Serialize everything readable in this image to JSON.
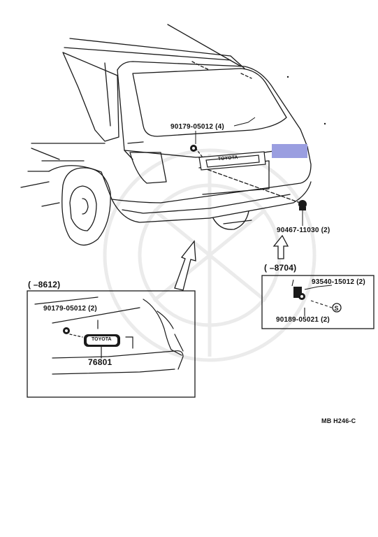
{
  "callouts": {
    "bolt_main": "90179-05012 (4)",
    "rear_clip": "90467-11030 (2)",
    "inset_left_range": "(        –8612)",
    "inset_left_part": "90179-05012 (2)",
    "inset_left_emblem": "76801",
    "inset_right_range": "(        –8704)",
    "inset_right_screw": "93540-15012 (2)",
    "inset_right_nut": "90189-05021 (2)",
    "figure_code": "MB  H246-C"
  },
  "emblem_text": "TOYOTA",
  "colors": {
    "line": "#1a1a1a",
    "highlight": "#9a9ee0",
    "watermark": "#ececec"
  }
}
